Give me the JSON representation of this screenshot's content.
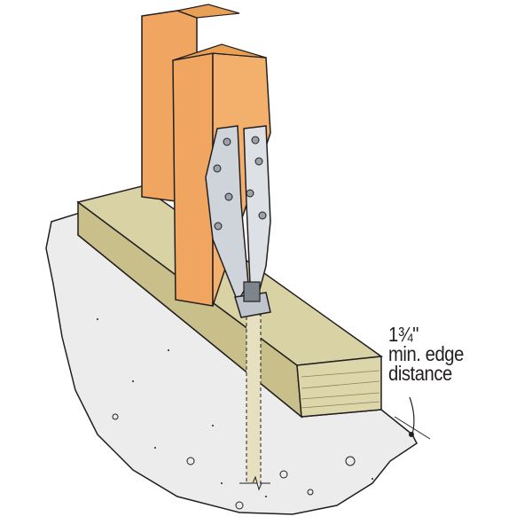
{
  "diagram": {
    "annotation": {
      "dimension": "1¾\"",
      "line1": "min. edge",
      "line2": "distance"
    },
    "colors": {
      "post": "#f0a660",
      "post_shade": "#e08f45",
      "sill_top": "#d9d2a4",
      "sill_side": "#c9bf8a",
      "concrete": "#ececec",
      "bracket": "#cfd4da",
      "outline": "#231f20"
    }
  }
}
